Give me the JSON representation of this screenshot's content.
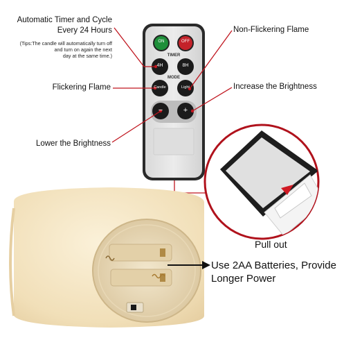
{
  "annotations": {
    "timer": {
      "line1": "Automatic Timer and Cycle",
      "line2": "Every 24 Hours"
    },
    "tips": {
      "line1": "(Tips:The candle will automatically turn off",
      "line2": "and turn on again the next",
      "line3": "day at the same time.)"
    },
    "non_flicker": "Non-Flickering Flame",
    "flicker": "Flickering Flame",
    "increase": "Increase the Brightness",
    "lower": "Lower the Brightness",
    "pull_out": "Pull out",
    "battery": {
      "line1": "Use 2AA Batteries,",
      "line2": "Provide",
      "line3": "Longer Power"
    }
  },
  "remote": {
    "buttons": {
      "on": "ON",
      "off": "OFF",
      "timer_4h": "4H",
      "timer_8h": "8H",
      "candle": "Candle",
      "light": "Light",
      "dim_down": "−",
      "dim_up": "+"
    },
    "section_labels": {
      "timer": "TIMER",
      "mode": "MODE"
    }
  },
  "colors": {
    "remote_body": "#e4e4e4",
    "remote_bezel": "#2a2a2a",
    "on_button": "#1f8f3a",
    "off_button": "#c4222a",
    "black_button": "#1b1b1b",
    "callout_line": "#c0161f",
    "candle_wax": "#f3e3c1",
    "battery_well": "#e9dcbf"
  }
}
